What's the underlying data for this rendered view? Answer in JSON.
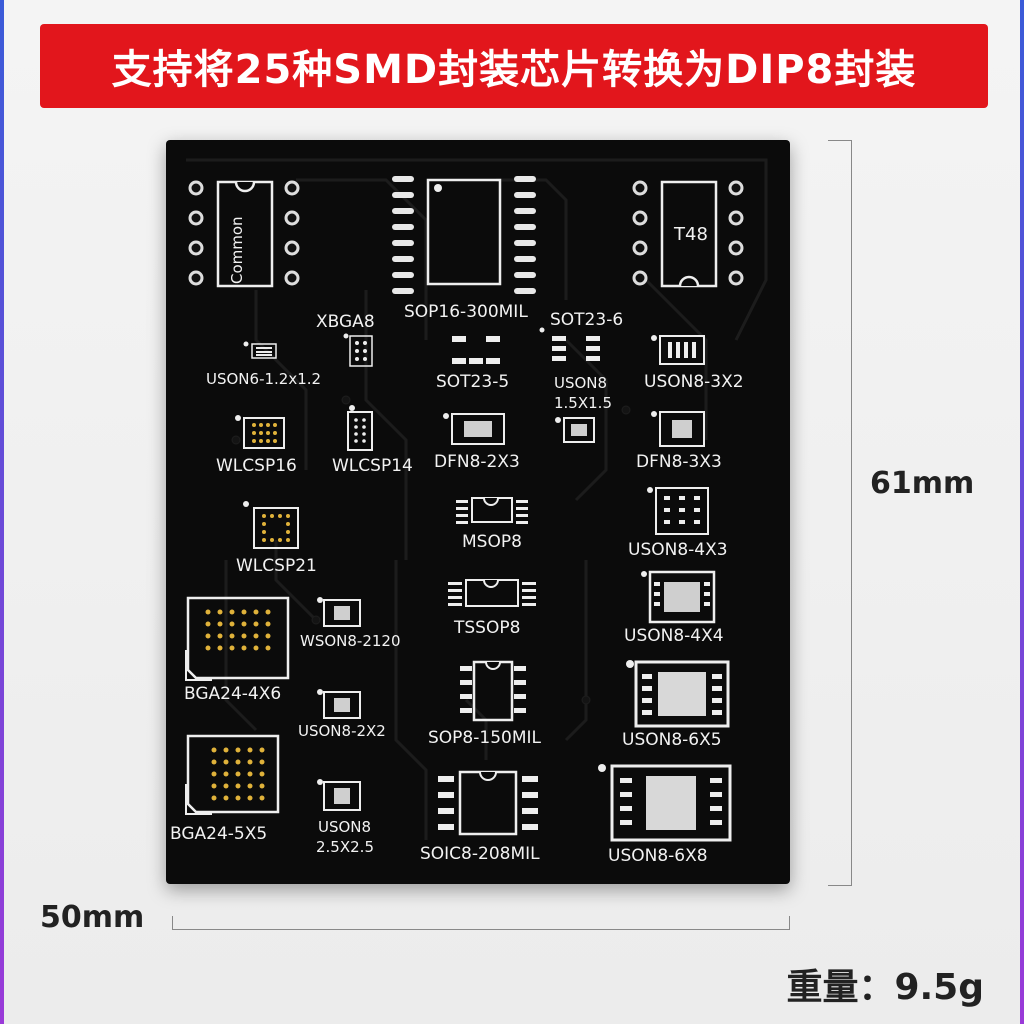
{
  "banner": {
    "title": "支持将25种SMD封装芯片转换为DIP8封装"
  },
  "dimensions": {
    "height": "61mm",
    "width": "50mm"
  },
  "weight": "重量：9.5g",
  "board": {
    "labels": {
      "common": "Common",
      "t48": "T48",
      "sop16": "SOP16-300MIL",
      "xbga8": "XBGA8",
      "sot23_6": "SOT23-6",
      "uson6": "USON6-1.2x1.2",
      "sot23_5": "SOT23-5",
      "uson8_15": "USON8",
      "uson8_15b": "1.5X1.5",
      "uson8_3x2": "USON8-3X2",
      "wlcsp16": "WLCSP16",
      "wlcsp14": "WLCSP14",
      "dfn8_2x3": "DFN8-2X3",
      "dfn8_3x3": "DFN8-3X3",
      "msop8": "MSOP8",
      "wlcsp21": "WLCSP21",
      "uson8_4x3": "USON8-4X3",
      "tssop8": "TSSOP8",
      "wson8": "WSON8-2120",
      "uson8_4x4": "USON8-4X4",
      "bga24_4x6": "BGA24-4X6",
      "sop8": "SOP8-150MIL",
      "uson8_2x2": "USON8-2X2",
      "uson8_6x5": "USON8-6X5",
      "bga24_5x5": "BGA24-5X5",
      "uson8_25": "USON8",
      "uson8_25b": "2.5X2.5",
      "soic8": "SOIC8-208MIL",
      "uson8_6x8": "USON8-6X8"
    }
  }
}
